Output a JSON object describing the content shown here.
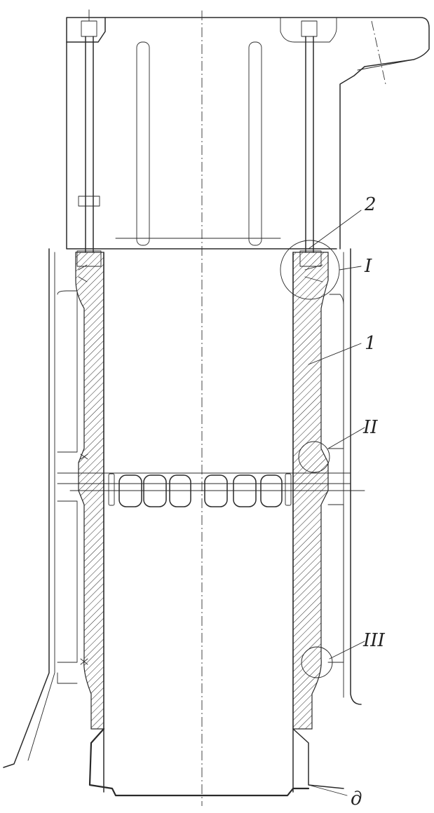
{
  "labels": {
    "part_2": "2",
    "detail_I": "I",
    "part_1": "1",
    "detail_II": "II",
    "detail_III": "III",
    "part_d": "д"
  },
  "colors": {
    "ink": "#2a2a2a",
    "paper": "#ffffff"
  }
}
